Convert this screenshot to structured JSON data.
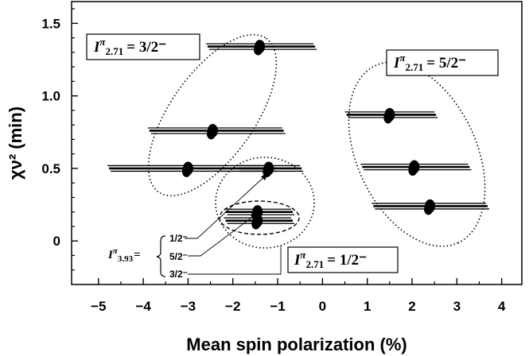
{
  "chart_data": {
    "type": "scatter",
    "xlabel": "Mean spin polarization (%)",
    "ylabel": "χν² (min)",
    "xlim": [
      -5.6,
      4.45
    ],
    "ylim": [
      -0.3,
      1.65
    ],
    "x_ticks": [
      -5,
      -4,
      -3,
      -2,
      -1,
      0,
      1,
      2,
      3,
      4
    ],
    "x_tick_labels": [
      "−5",
      "−4",
      "−3",
      "−2",
      "−1",
      "0",
      "1",
      "2",
      "3",
      "4"
    ],
    "y_ticks": [
      0,
      0.5,
      1.0,
      1.5
    ],
    "y_tick_labels": [
      "0",
      "0.5",
      "1.0",
      "1.5"
    ],
    "groups": [
      {
        "label": "Iπ2.71 = 3/2−",
        "label_parts": {
          "base": "I",
          "sup": "π",
          "sub": "2.71",
          "value": "= 3/2⁻"
        },
        "points": [
          {
            "x": -1.4,
            "y": 1.34,
            "xerr": [
              -2.6,
              -0.2
            ]
          },
          {
            "x": -2.45,
            "y": 0.76,
            "xerr": [
              -3.9,
              -0.9
            ]
          },
          {
            "x": -3.0,
            "y": 0.5,
            "xerr": [
              -4.8,
              -1.1
            ]
          }
        ]
      },
      {
        "label": "Iπ2.71 = 5/2−",
        "label_parts": {
          "base": "I",
          "sup": "π",
          "sub": "2.71",
          "value": "= 5/2⁻"
        },
        "points": [
          {
            "x": 1.5,
            "y": 0.87,
            "xerr": [
              0.5,
              2.5
            ]
          },
          {
            "x": 2.05,
            "y": 0.51,
            "xerr": [
              0.85,
              3.25
            ]
          },
          {
            "x": 2.4,
            "y": 0.24,
            "xerr": [
              1.1,
              3.65
            ]
          }
        ]
      },
      {
        "label": "Iπ2.71 = 1/2−",
        "label_parts": {
          "base": "I",
          "sup": "π",
          "sub": "2.71",
          "value": "= 1/2⁻"
        },
        "points": [
          {
            "x": -1.2,
            "y": 0.5,
            "xerr": [
              -1.9,
              -0.5
            ]
          }
        ]
      },
      {
        "label": "Iπ3.93",
        "label_parts": {
          "base": "I",
          "sup": "π",
          "sub": "3.93",
          "value": "="
        },
        "spins": [
          "1/2⁻",
          "5/2⁻",
          "3/2⁻"
        ],
        "points": [
          {
            "x": -1.45,
            "y": 0.2,
            "xerr": [
              -2.2,
              -0.7
            ]
          },
          {
            "x": -1.45,
            "y": 0.14,
            "xerr": [
              -2.2,
              -0.7
            ]
          }
        ]
      }
    ],
    "grid": false,
    "legend": "none"
  }
}
